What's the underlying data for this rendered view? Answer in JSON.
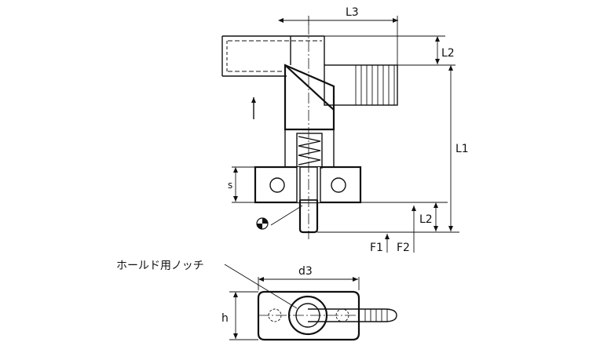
{
  "labels": {
    "l3": "L3",
    "l2_top": "L2",
    "l1": "L1",
    "l2_bottom": "L2",
    "s": "s",
    "f1": "F1",
    "f2": "F2",
    "d3": "d3",
    "h": "h",
    "notch": "ホールド用ノッチ"
  }
}
